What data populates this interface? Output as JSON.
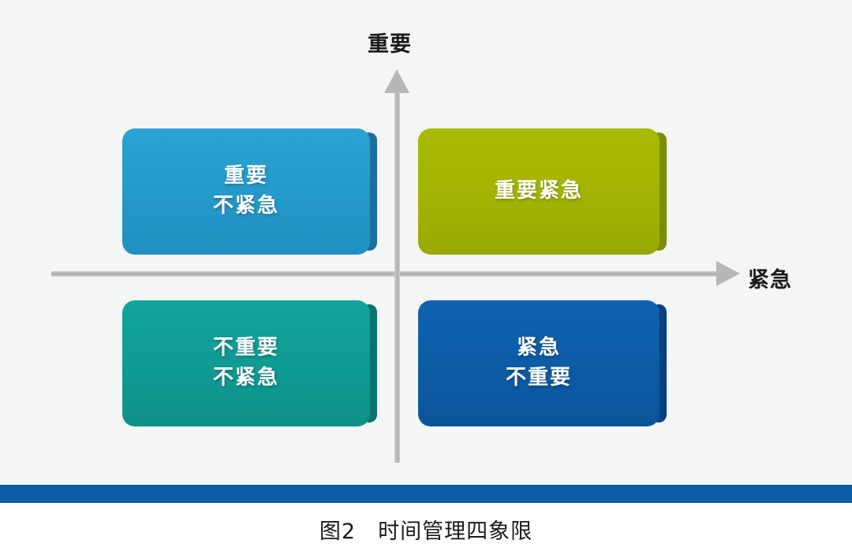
{
  "figure": {
    "caption": "图2　时间管理四象限",
    "background_color": "#f4f5f5",
    "divider_color": "#0a5ca4"
  },
  "axes": {
    "vertical": {
      "label": "重要",
      "direction": "up",
      "color": "#b6b6b6",
      "arrow_icon": "arrow-up-icon"
    },
    "horizontal": {
      "label": "紧急",
      "direction": "right",
      "color": "#b6b6b6",
      "arrow_icon": "arrow-right-icon"
    }
  },
  "chart_data": {
    "type": "matrix",
    "title": "时间管理四象限",
    "xlabel": "紧急",
    "ylabel": "重要",
    "quadrants": [
      {
        "id": "important-not-urgent",
        "position": "top-left",
        "lines": [
          "重要",
          "不紧急"
        ],
        "color": "#2498c9",
        "shadow_color": "#1b6f9c",
        "x": "not-urgent",
        "y": "important"
      },
      {
        "id": "important-urgent",
        "position": "top-right",
        "lines": [
          "重要紧急"
        ],
        "color": "#a2b402",
        "shadow_color": "#7d8c02",
        "x": "urgent",
        "y": "important"
      },
      {
        "id": "not-important-not-urgent",
        "position": "bottom-left",
        "lines": [
          "不重要",
          "不紧急"
        ],
        "color": "#0f9a93",
        "shadow_color": "#0a7370",
        "x": "not-urgent",
        "y": "not-important"
      },
      {
        "id": "urgent-not-important",
        "position": "bottom-right",
        "lines": [
          "紧急",
          "不重要"
        ],
        "color": "#0d5ba5",
        "shadow_color": "#084280",
        "x": "urgent",
        "y": "not-important"
      }
    ]
  }
}
